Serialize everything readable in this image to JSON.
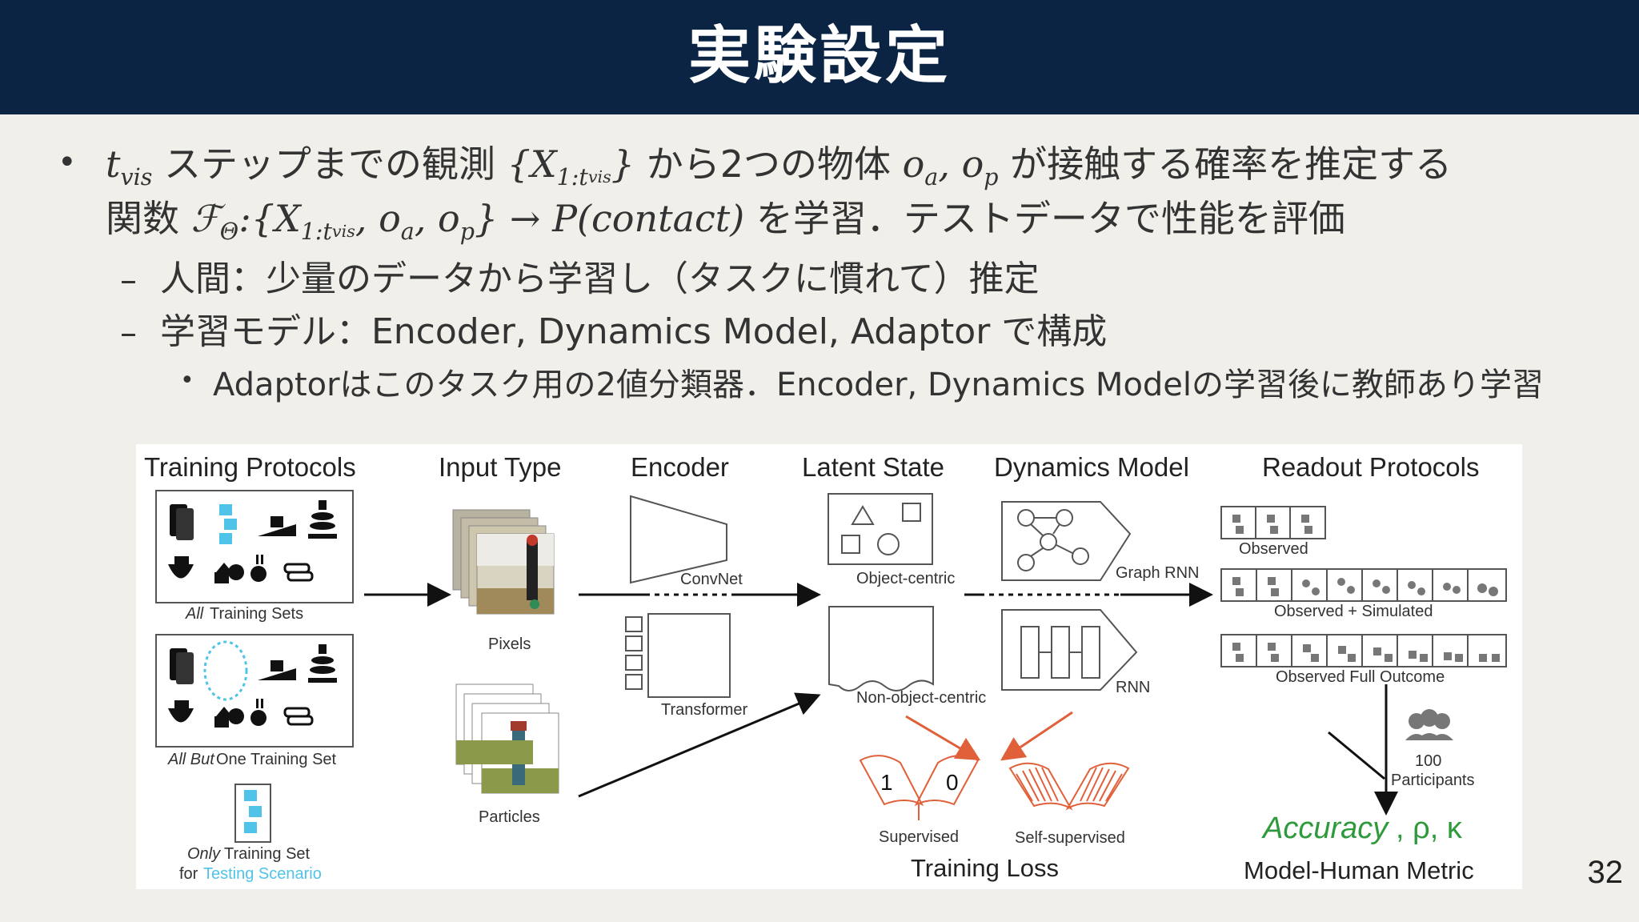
{
  "slide": {
    "title": "実験設定",
    "page_number": "32"
  },
  "bullets": {
    "line1": {
      "var_t": "t",
      "var_t_sub": "vis",
      "text_a": "ステップまでの観測",
      "set_open": "{X",
      "set_sub": "1:t",
      "set_sub2": "vis",
      "set_close": "}",
      "text_b": "から2つの物体",
      "obj_a": "o",
      "obj_a_sub": "a",
      "comma": ", ",
      "obj_p": "o",
      "obj_p_sub": "p",
      "text_c": "が接触する確率を推定する"
    },
    "line2": {
      "text_a": "関数",
      "func": "ℱ",
      "func_sub": "Θ",
      "colon": ":",
      "args_open": "{X",
      "args_sub": "1:t",
      "args_sub2": "vis",
      "args_rest": ", o",
      "args_a": "a",
      "args_comma": ", o",
      "args_p": "p",
      "args_close": "}",
      "arrow": " → P(contact)",
      "text_b": "を学習．テストデータで性能を評価"
    },
    "sub1": "人間：少量のデータから学習し（タスクに慣れて）推定",
    "sub2": "学習モデル：Encoder, Dynamics Model, Adaptor で構成",
    "subsub1": "Adaptorはこのタスク用の2値分類器．Encoder, Dynamics Modelの学習後に教師あり学習",
    "dash": "–",
    "dot": "•"
  },
  "figure": {
    "headers": {
      "training_protocols": "Training Protocols",
      "input_type": "Input Type",
      "encoder": "Encoder",
      "latent_state": "Latent State",
      "dynamics_model": "Dynamics Model",
      "readout_protocols": "Readout Protocols"
    },
    "training": {
      "all_italic": "All",
      "all_rest": " Training Sets",
      "allbut_italic": "All But",
      "allbut_rest": " One Training Set",
      "only_italic": "Only",
      "only_rest": " Training Set",
      "for_label": "for ",
      "testing_scenario": "Testing Scenario"
    },
    "input": {
      "pixels": "Pixels",
      "particles": "Particles"
    },
    "encoder": {
      "convnet": "ConvNet",
      "transformer": "Transformer"
    },
    "latent": {
      "object_centric": "Object-centric",
      "non_object_centric": "Non-object-centric"
    },
    "dynamics": {
      "graph_rnn": "Graph RNN",
      "rnn": "RNN"
    },
    "readout": {
      "observed": "Observed",
      "observed_simulated": "Observed + Simulated",
      "observed_full": "Observed Full Outcome",
      "participants_count": "100",
      "participants": "Participants",
      "accuracy": "Accuracy",
      "rho_kappa": ", ρ, κ",
      "metric": "Model-Human Metric"
    },
    "loss": {
      "supervised": "Supervised",
      "self_supervised": "Self-supervised",
      "flag_one": "1",
      "flag_zero": "0",
      "title": "Training Loss"
    },
    "colors": {
      "accent_blue": "#4fc3e8",
      "loss_orange": "#e0603a",
      "metric_green": "#2f9a3c",
      "title_bar": "#0b2443"
    }
  }
}
